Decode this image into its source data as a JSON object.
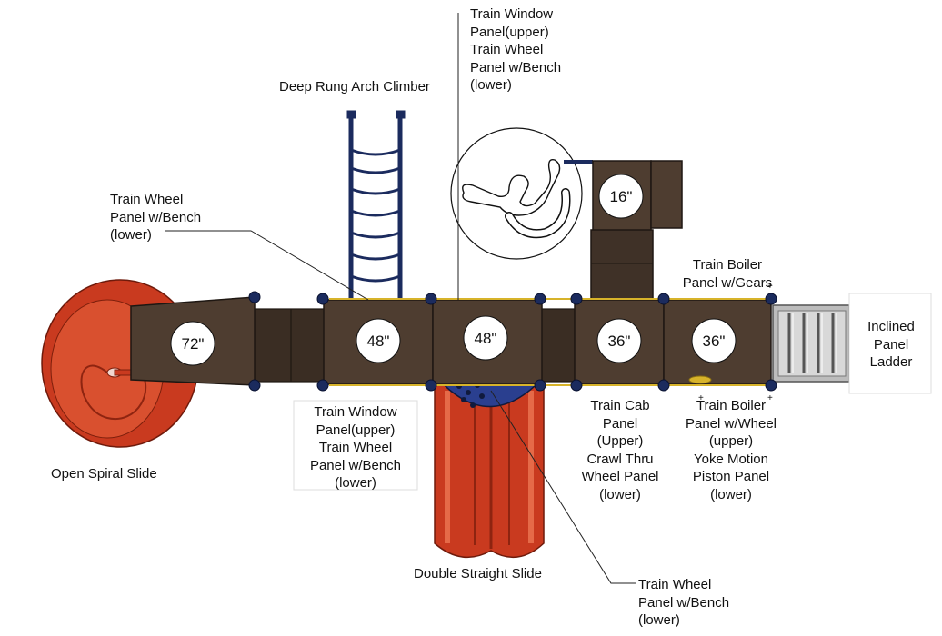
{
  "labels": {
    "train_window_top": [
      "Train Window",
      "Panel(upper)",
      "Train Wheel",
      "Panel w/Bench",
      "(lower)"
    ],
    "deep_rung": [
      "Deep Rung Arch Climber"
    ],
    "train_wheel_left": [
      "Train Wheel",
      "Panel w/Bench",
      "(lower)"
    ],
    "train_boiler_gears": [
      "Train Boiler",
      "Panel w/Gears"
    ],
    "inclined_ladder": [
      "Inclined",
      "Panel",
      "Ladder"
    ],
    "train_window_bottom": [
      "Train Window",
      "Panel(upper)",
      "Train Wheel",
      "Panel w/Bench",
      "(lower)"
    ],
    "train_cab": [
      "Train Cab",
      "Panel",
      "(Upper)",
      "Crawl Thru",
      "Wheel Panel",
      "(lower)"
    ],
    "train_boiler_wheel": [
      "Train Boiler",
      "Panel w/Wheel",
      "(upper)",
      "Yoke Motion",
      "Piston Panel",
      "(lower)"
    ],
    "open_spiral": [
      "Open Spiral Slide"
    ],
    "double_straight": [
      "Double Straight Slide"
    ],
    "train_wheel_bottom": [
      "Train Wheel",
      "Panel w/Bench",
      "(lower)"
    ]
  },
  "deck_sizes": {
    "d72": "72\"",
    "d48a": "48\"",
    "d48b": "48\"",
    "d36a": "36\"",
    "d36b": "36\"",
    "d16": "16\""
  },
  "colors": {
    "deck": "#4e3d30",
    "post": "#1b2b5e",
    "slide": "#c93a1f",
    "slide_dark": "#8e2410",
    "ladder": "#7d7d7d",
    "window": "#2a3f8f"
  }
}
